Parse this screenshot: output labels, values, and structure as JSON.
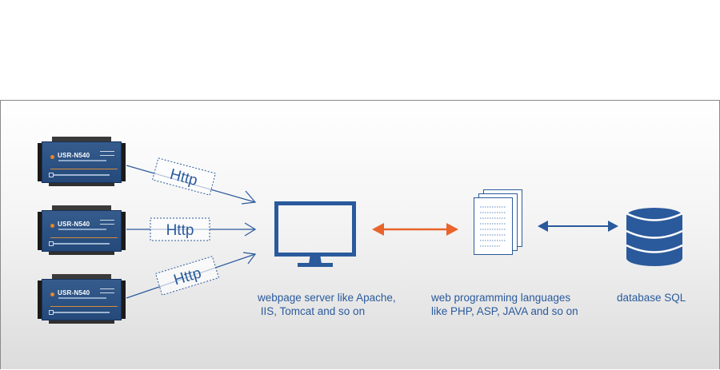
{
  "colors": {
    "primary": "#2a5a9c",
    "accent_arrow": "#e8642c",
    "device_body": "#2b5087",
    "device_accent": "#e8842c"
  },
  "devices": [
    {
      "model": "USR-N540"
    },
    {
      "model": "USR-N540"
    },
    {
      "model": "USR-N540"
    }
  ],
  "protocol": {
    "labels": [
      "Http",
      "Http",
      "Http"
    ]
  },
  "nodes": {
    "server": {
      "icon": "monitor-icon",
      "caption_line1": "webpage server like Apache,",
      "caption_line2": " IIS, Tomcat and so on"
    },
    "languages": {
      "icon": "documents-icon",
      "caption_line1": "web programming languages",
      "caption_line2": "like PHP, ASP, JAVA and so on"
    },
    "database": {
      "icon": "database-icon",
      "caption": "database SQL"
    }
  }
}
